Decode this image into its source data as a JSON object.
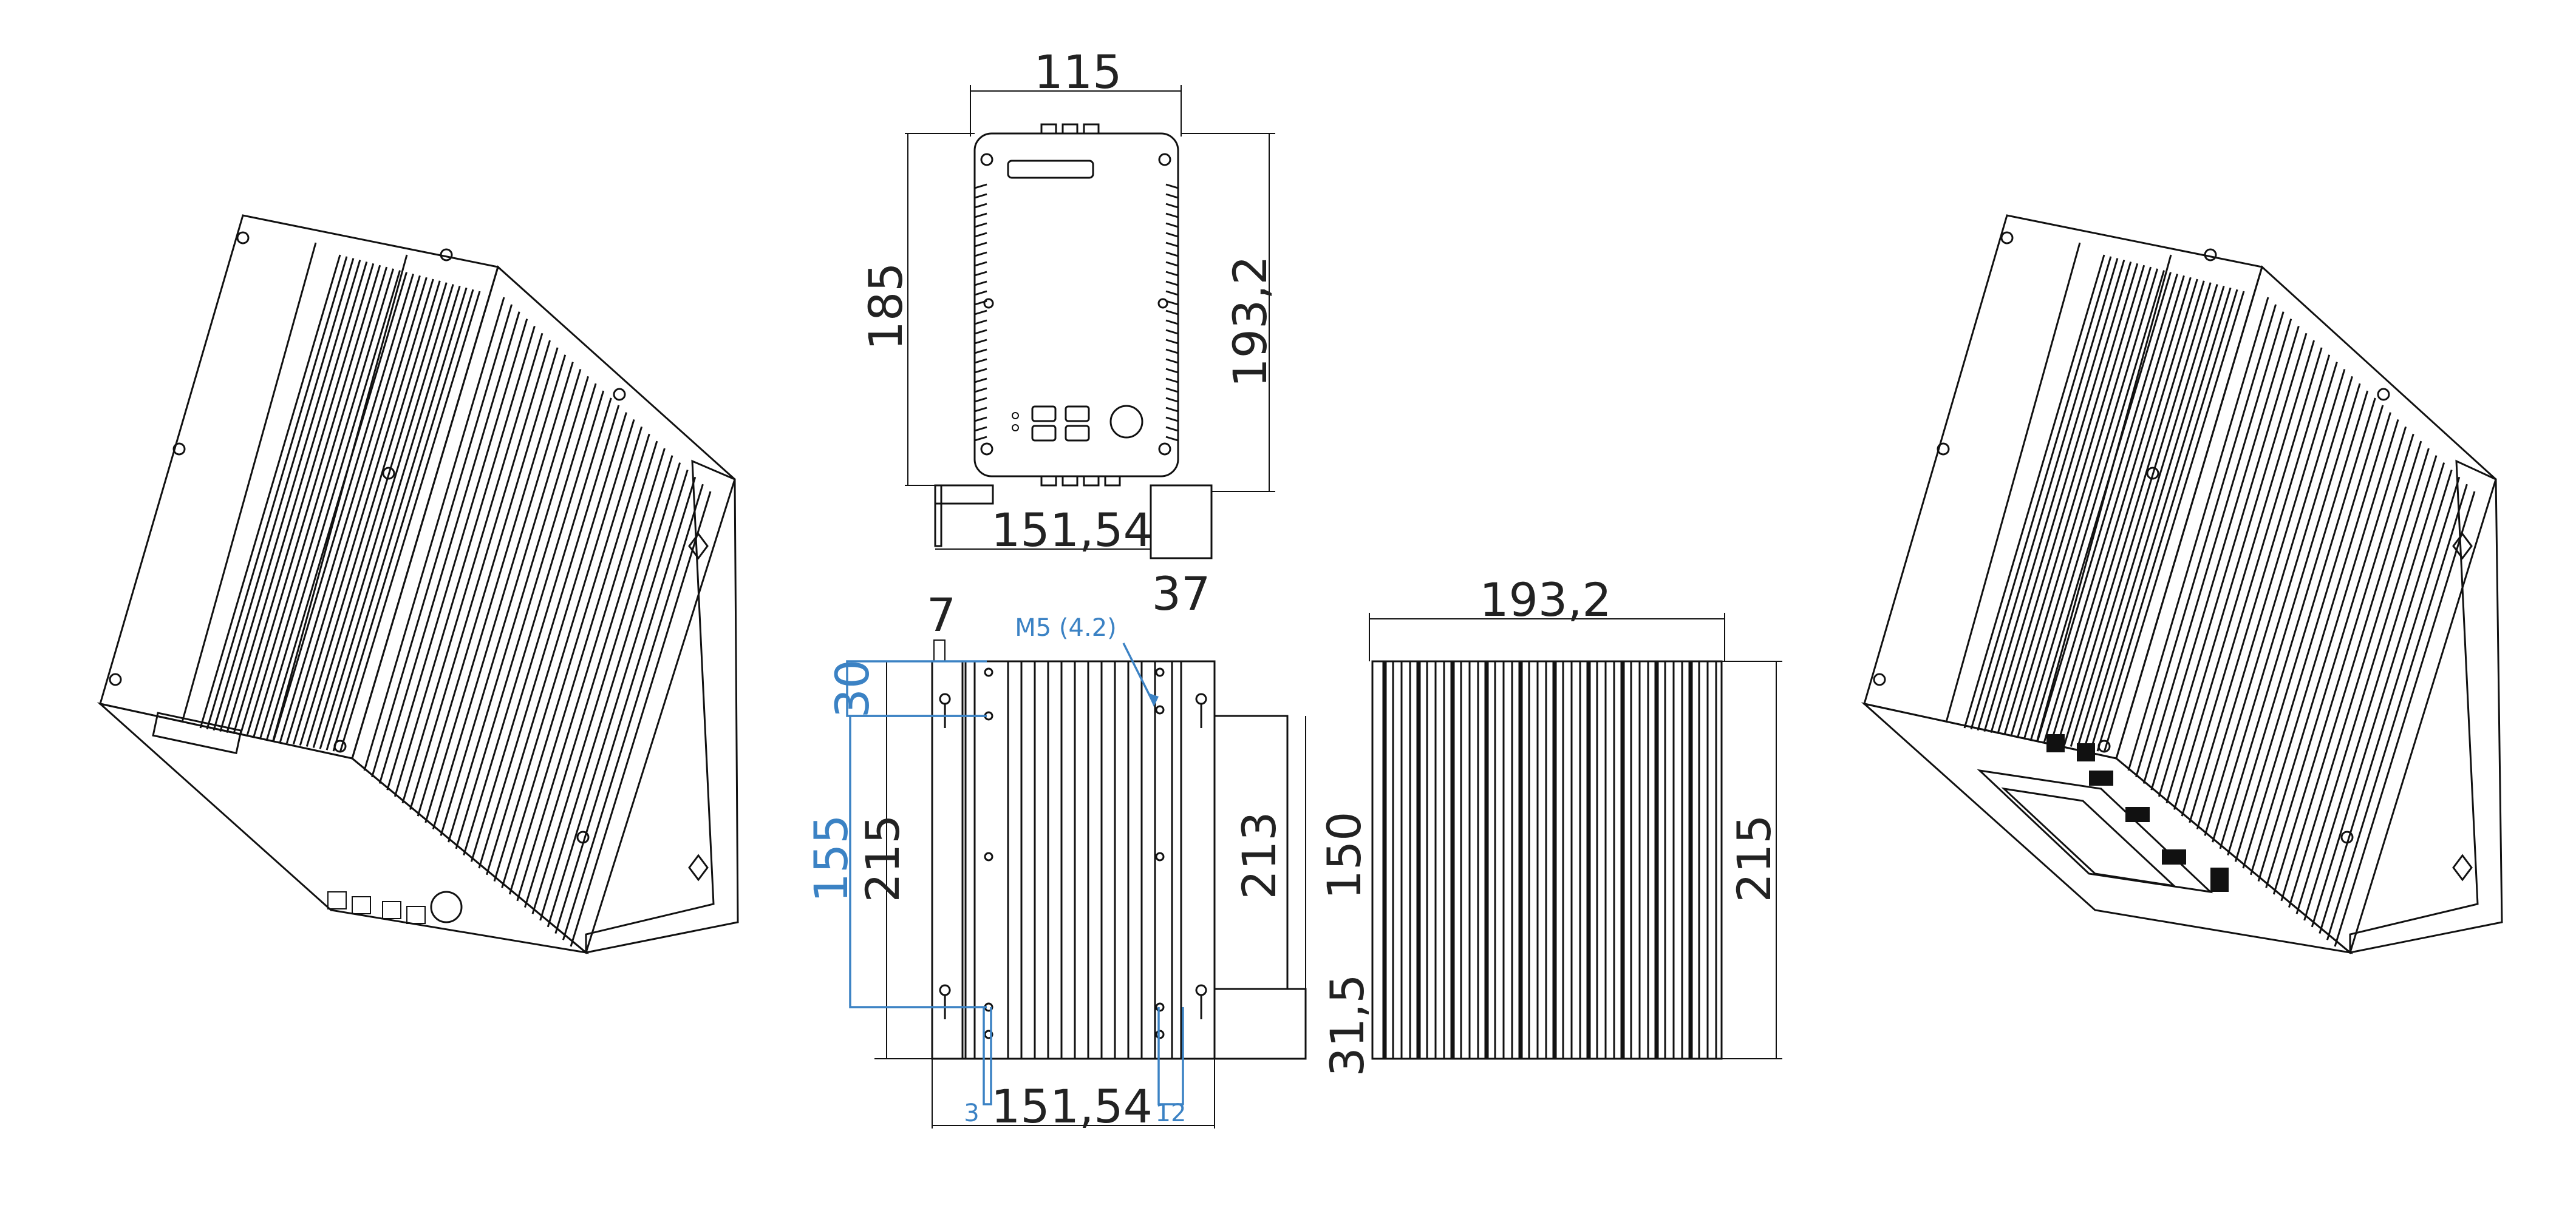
{
  "colors": {
    "line": "#111111",
    "accent": "#3b82c4",
    "background": "#ffffff"
  },
  "front_view": {
    "width": "115",
    "height_left": "185",
    "height_right": "193,2",
    "bottom_width": "151,54",
    "foot_depth": "37"
  },
  "side_view": {
    "top_offset": "7",
    "mount_offset": "30",
    "mount_spacing": "155",
    "height": "215",
    "inner_height": "213",
    "bracket_height": "150",
    "bracket_offset": "31,5",
    "bottom_width": "151,54",
    "left_margin": "3",
    "right_margin": "12",
    "screw_label": "M5 (4.2)"
  },
  "back_view": {
    "width": "193,2",
    "height": "215"
  }
}
